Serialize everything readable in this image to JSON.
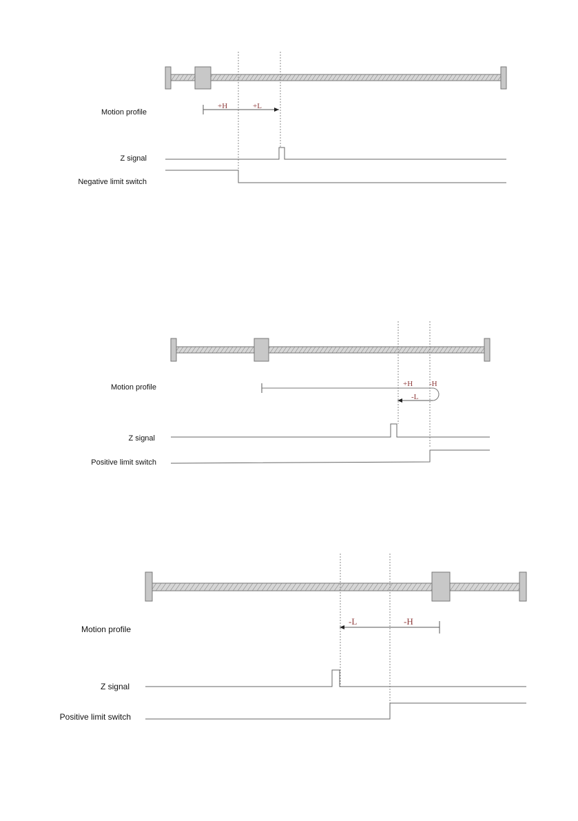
{
  "diagrams": [
    {
      "labels": {
        "motion": "Motion profile",
        "z": "Z signal",
        "limit": "Negative limit switch"
      },
      "segments": [
        "+H",
        "+L"
      ]
    },
    {
      "labels": {
        "motion": "Motion profile",
        "z": "Z signal",
        "limit": "Positive limit switch"
      },
      "segments": [
        "+H",
        "-H",
        "-L"
      ]
    },
    {
      "labels": {
        "motion": "Motion profile",
        "z": "Z signal",
        "limit": "Positive limit switch"
      },
      "segments": [
        "-L",
        "-H"
      ]
    }
  ],
  "colors": {
    "line": "#7a7a7a",
    "block": "#c8c8c8",
    "segment_text": "#8e3a3a"
  }
}
